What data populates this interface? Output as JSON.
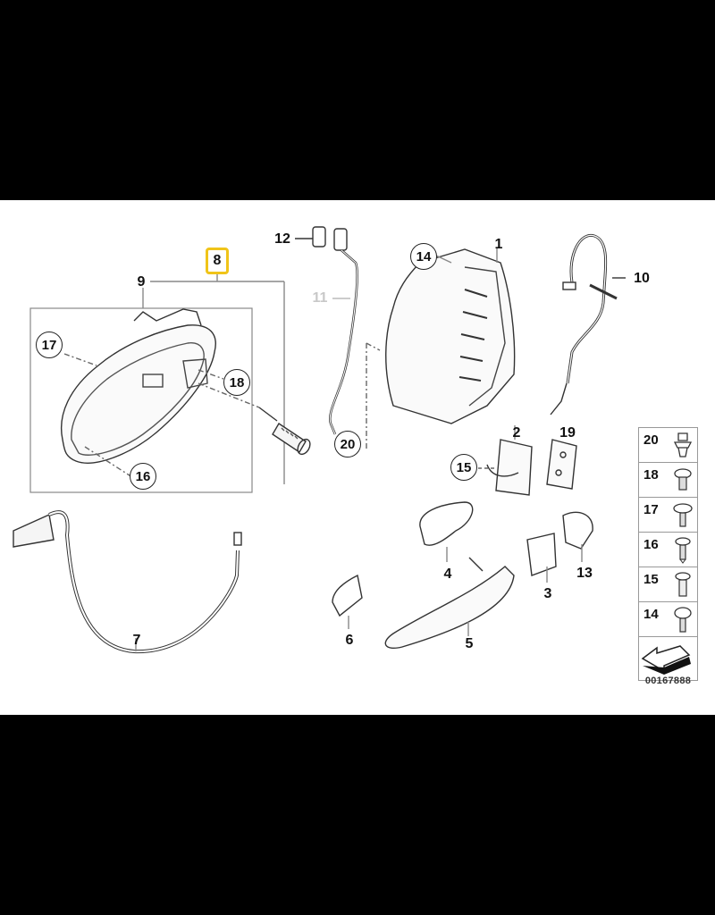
{
  "diagram": {
    "title": "Door handle / lock parts diagram",
    "highlighted_part": "8",
    "highlight_color": "#f0c419",
    "background": "#ffffff",
    "letterbox_color": "#000000",
    "diagram_code": "00167888",
    "labels": {
      "p1": "1",
      "p2": "2",
      "p3": "3",
      "p4": "4",
      "p5": "5",
      "p6": "6",
      "p7": "7",
      "p8": "8",
      "p9": "9",
      "p10": "10",
      "p11": "11",
      "p12": "12",
      "p13": "13",
      "p14": "14",
      "p15": "15",
      "p16": "16",
      "p17": "17",
      "p18": "18",
      "p19": "19",
      "p20": "20"
    },
    "legend": [
      {
        "num": "20",
        "icon": "clip-icon"
      },
      {
        "num": "18",
        "icon": "screw-icon"
      },
      {
        "num": "17",
        "icon": "screw-icon"
      },
      {
        "num": "16",
        "icon": "screw-icon"
      },
      {
        "num": "15",
        "icon": "screw-icon"
      },
      {
        "num": "14",
        "icon": "screw-icon"
      }
    ]
  }
}
